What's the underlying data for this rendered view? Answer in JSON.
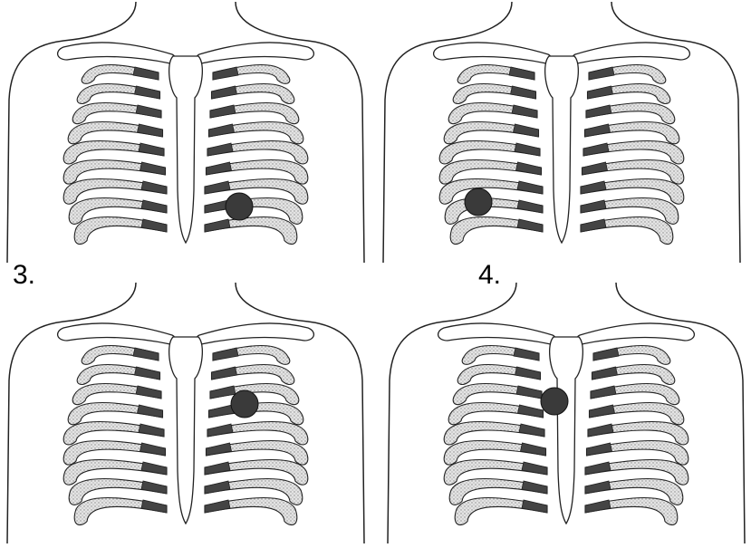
{
  "labels": {
    "third": "3.",
    "fourth": "4."
  },
  "panels": [
    {
      "name": "panel-1",
      "side": "left-lower"
    },
    {
      "name": "panel-2",
      "side": "right-lower"
    },
    {
      "name": "panel-3",
      "side": "left-upper"
    },
    {
      "name": "panel-4",
      "side": "right-upper"
    }
  ],
  "colors": {
    "outline": "#222222",
    "bone_light": "#cfcfcf",
    "bone_dark": "#444444",
    "marker": "#3a3a3a"
  }
}
